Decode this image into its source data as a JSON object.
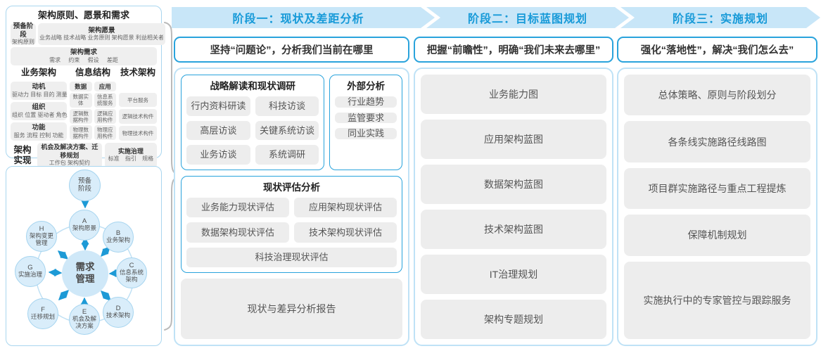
{
  "colors": {
    "accent_blue": "#29a3dc",
    "band_blue": "#c8e6f8",
    "phase_title_blue": "#179ad8",
    "light_border_blue": "#bfe2f6",
    "gray_box": "#ededed",
    "circle_fill": "#d9edfa",
    "arrow_blue": "#1d9ad6",
    "brace_gray": "#b9b9b9"
  },
  "left_panel": {
    "title": "架构原则、愿景和需求",
    "prep": {
      "title": "预备阶段",
      "sub": "架构原则"
    },
    "vision": {
      "title": "架构愿景",
      "sub": "业务战略 技术战略 业务原则 架构愿景 利益相关者"
    },
    "requirements": {
      "title": "架构需求",
      "sub": "需求 约束 假设 差距"
    },
    "business": {
      "title": "业务架构",
      "boxes": [
        {
          "title": "动机",
          "sub": "驱动力 目标 目的 测量"
        },
        {
          "title": "组织",
          "sub": "组织 位置 驱动者 角色"
        },
        {
          "title": "功能",
          "sub": "服务 流程 控制 功能"
        }
      ]
    },
    "information": {
      "title": "信息结构",
      "data_col": {
        "title": "数据",
        "items": [
          "数据实体",
          "逻辑数据构件",
          "物理数据构件"
        ]
      },
      "app_col": {
        "title": "应用",
        "items": [
          "信息系统服务",
          "逻辑应用构件",
          "物理应用构件"
        ]
      }
    },
    "technology": {
      "title": "技术架构",
      "items": [
        "平台服务",
        "逻辑技术构件",
        "物理技术构件"
      ]
    },
    "implementation": {
      "label": "架构实现",
      "boxes": [
        {
          "title": "机会及解决方案、迁移规划",
          "sub": "工作包 架构契约"
        },
        {
          "title": "实施治理",
          "sub": "标准 指引 规格"
        }
      ]
    }
  },
  "adm_cycle": {
    "prep": "预备阶段",
    "center": "需求管理",
    "nodes": [
      {
        "letter": "A",
        "label": "架构愿景"
      },
      {
        "letter": "B",
        "label": "业务架构"
      },
      {
        "letter": "C",
        "label": "信息系统架构"
      },
      {
        "letter": "D",
        "label": "技术架构"
      },
      {
        "letter": "E",
        "label": "机会及解决方案"
      },
      {
        "letter": "F",
        "label": "迁移规划"
      },
      {
        "letter": "G",
        "label": "实施治理"
      },
      {
        "letter": "H",
        "label": "架构变更管理"
      }
    ]
  },
  "phases": [
    {
      "title": "阶段一：现状及差距分析",
      "subtitle": "坚持“问题论”，分析我们当前在哪里",
      "research": {
        "title": "战略解读和现状调研",
        "items": [
          "行内资料研读",
          "科技访谈",
          "高层访谈",
          "关键系统访谈",
          "业务访谈",
          "系统调研"
        ]
      },
      "external": {
        "title": "外部分析",
        "items": [
          "行业趋势",
          "监管要求",
          "同业实践"
        ]
      },
      "assessment": {
        "title": "现状评估分析",
        "items": [
          "业务能力现状评估",
          "应用架构现状评估",
          "数据架构现状评估",
          "技术架构现状评估",
          "科技治理现状评估"
        ]
      },
      "output": "现状与差异分析报告"
    },
    {
      "title": "阶段二：目标蓝图规划",
      "subtitle": "把握“前瞻性”，明确“我们未来去哪里”",
      "items": [
        "业务能力图",
        "应用架构蓝图",
        "数据架构蓝图",
        "技术架构蓝图",
        "IT治理规划",
        "架构专题规划"
      ]
    },
    {
      "title": "阶段三：实施规划",
      "subtitle": "强化“落地性”，解决“我们怎么去”",
      "items": [
        "总体策略、原则与阶段划分",
        "各条线实施路径线路图",
        "项目群实施路径与重点工程提炼",
        "保障机制规划",
        "实施执行中的专家管控与跟踪服务"
      ]
    }
  ]
}
